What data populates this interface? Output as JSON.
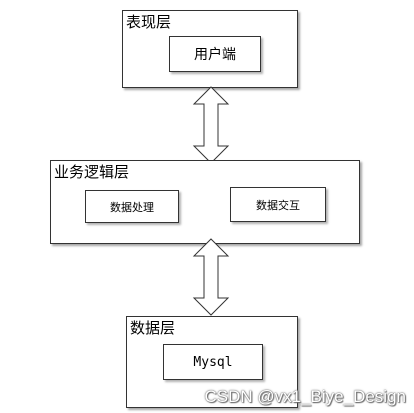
{
  "diagram": {
    "presentation_layer": {
      "title": "表现层",
      "user_client": "用户端"
    },
    "business_layer": {
      "title": "业务逻辑层",
      "data_processing": "数据处理",
      "data_exchange": "数据交互"
    },
    "data_layer": {
      "title": "数据层",
      "database": "Mysql"
    }
  },
  "watermark": "CSDN @vx1_Biye_Design"
}
